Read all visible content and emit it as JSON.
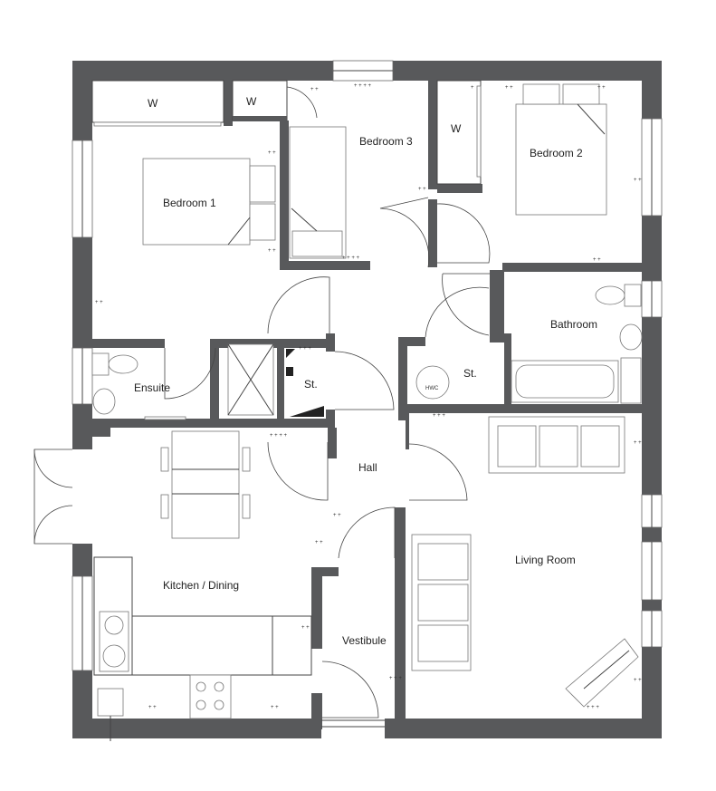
{
  "rooms": {
    "wardrobe_1": "W",
    "wardrobe_2": "W",
    "wardrobe_3": "W",
    "bedroom_1": "Bedroom 1",
    "bedroom_2": "Bedroom 2",
    "bedroom_3": "Bedroom 3",
    "bathroom": "Bathroom",
    "ensuite": "Ensuite",
    "store_1": "St.",
    "store_2": "St.",
    "hall": "Hall",
    "kitchen_dining": "Kitchen / Dining",
    "living_room": "Living Room",
    "vestibule": "Vestibule"
  },
  "fixtures": {
    "hot_water_cylinder": "HWC"
  },
  "colors": {
    "wall": "#58595b",
    "line": "#444444",
    "furniture": "#777777",
    "background": "#ffffff"
  }
}
